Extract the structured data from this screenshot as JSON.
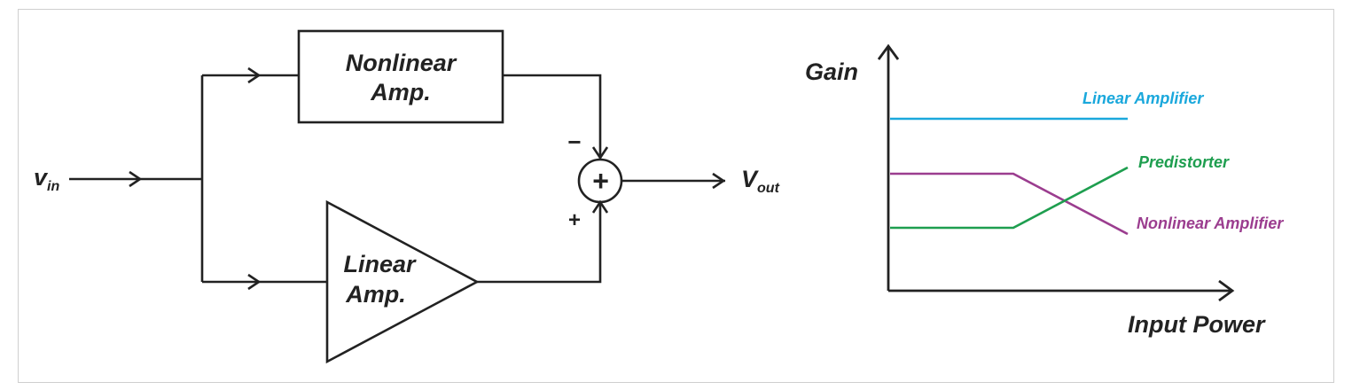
{
  "diagram": {
    "input_label_main": "v",
    "input_label_sub": "in",
    "output_label_main": "V",
    "output_label_sub": "out",
    "nonlinear_block": {
      "line1": "Nonlinear",
      "line2": "Amp."
    },
    "linear_block": {
      "line1": "Linear",
      "line2": "Amp."
    },
    "summer_symbol": "+",
    "minus_sign": "−",
    "plus_sign": "+"
  },
  "chart": {
    "y_axis_label": "Gain",
    "x_axis_label": "Input Power",
    "series": [
      {
        "name": "Linear Amplifier",
        "color": "#1aa8dc"
      },
      {
        "name": "Predistorter",
        "color": "#1e9e4f"
      },
      {
        "name": "Nonlinear Amplifier",
        "color": "#9b3d8f"
      }
    ]
  }
}
